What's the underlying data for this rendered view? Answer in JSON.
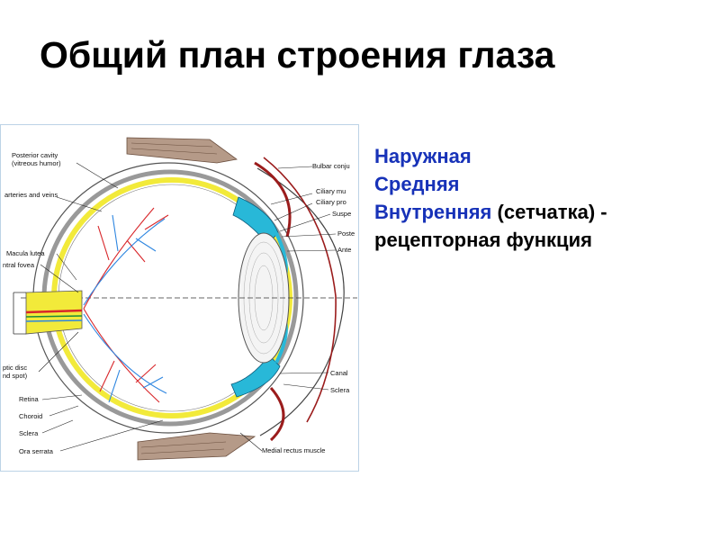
{
  "title": "Общий план строения глаза",
  "layers": {
    "outer": "Наружная",
    "middle": "Средняя",
    "inner_name": "Внутренняя",
    "inner_detail_1": " (сетчатка) -",
    "inner_detail_2": "рецепторная функция"
  },
  "figure": {
    "labels": {
      "posterior_cavity": "Posterior cavity",
      "vitreous_humor": "(vitreous humor)",
      "arteries_veins": "arteries and veins",
      "macula_lutea": "Macula lutea",
      "central_fovea": "ntral fovea",
      "optic_disc": "ptic disc",
      "blind_spot": "nd spot)",
      "retina": "Retina",
      "choroid": "Choroid",
      "sclera_left": "Sclera",
      "ora_serrata": "Ora serrata",
      "medial_rectus": "Medial rectus muscle",
      "bulbar_conj": "Bulbar conju",
      "ciliary_mu": "Ciliary mu",
      "ciliary_pro": "Ciliary pro",
      "suspe": "Suspe",
      "poste": "Poste",
      "ante": "Ante",
      "canal": "Canal",
      "sclera_right": "Sclera"
    }
  },
  "colors": {
    "title": "#000000",
    "layer_text": "#1732b8",
    "retina_yellow": "#f2ea3a",
    "artery_red": "#d8262a",
    "vein_blue": "#2e86e0",
    "ciliary_cyan": "#28b8d8",
    "conjunctiva": "#9b1c1c"
  }
}
